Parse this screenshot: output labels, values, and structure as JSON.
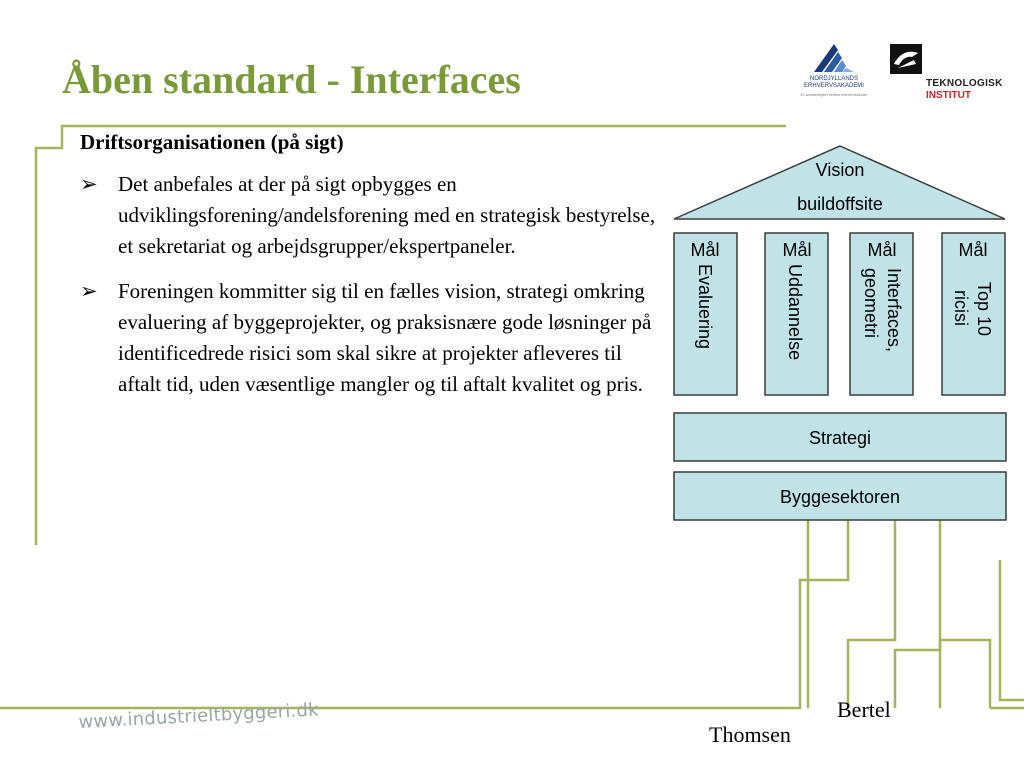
{
  "title": "Åben standard - Interfaces",
  "logos": {
    "left_line1": "NORDJYLLANDS",
    "left_line2": "ERHVERVSAKADEMI",
    "left_tagline": "Et samarbejde mellem erhvervsskoler",
    "right_line1": "TEKNOLOGISK",
    "right_line2": "INSTITUT"
  },
  "content": {
    "subtitle": "Driftsorganisationen (på sigt)",
    "bullet_glyph": "➢",
    "bullets": [
      "Det anbefales at der på sigt opbygges en udviklingsforening/andelsforening med en strategisk bestyrelse, et sekretariat og arbejdsgrupper/ekspertpaneler.",
      "Foreningen kommitter sig til en fælles vision, strategi omkring evaluering af byggeprojekter, og praksisnære gode løsninger på identificedrede risici som skal sikre at projekter afleveres til aftalt tid, uden væsentlige mangler og til aftalt kvalitet og pris."
    ]
  },
  "diagram": {
    "roof_line1": "Vision",
    "roof_line2": "buildoffsite",
    "pillars": [
      {
        "head": "Mål",
        "lines": [
          "Evaluering"
        ]
      },
      {
        "head": "Mål",
        "lines": [
          "Uddannelse"
        ]
      },
      {
        "head": "Mål",
        "lines": [
          "Interfaces,",
          "geometri"
        ]
      },
      {
        "head": "Mål",
        "lines": [
          "Top 10",
          "ricisi"
        ]
      }
    ],
    "strategy": "Strategi",
    "base": "Byggesektoren"
  },
  "colors": {
    "accent_green": "#7a9a3a",
    "diagram_fill": "#bfe3e6",
    "diagram_stroke": "#3b3b3b"
  },
  "footer": {
    "url": "www.industrieltbyggeri.dk",
    "name_first": "Bertel",
    "name_last": "Thomsen"
  }
}
